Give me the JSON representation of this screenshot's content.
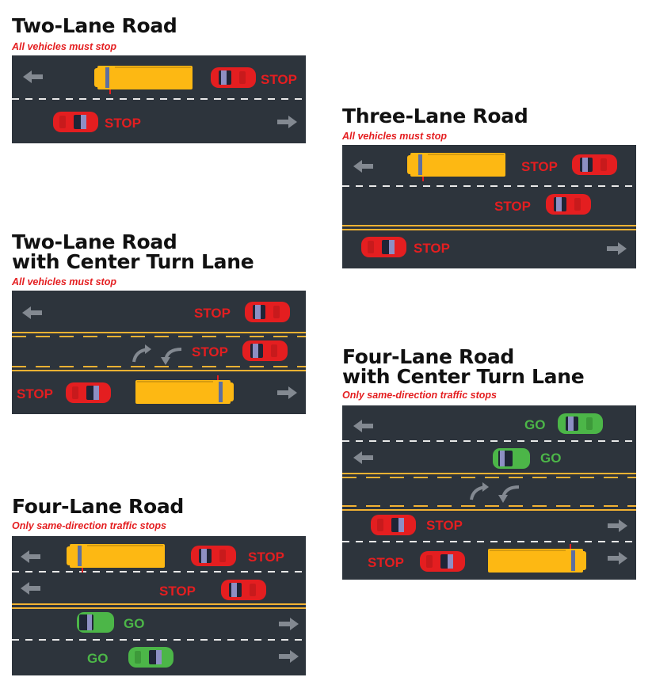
{
  "colors": {
    "road": "#2d343c",
    "dash": "#e8e8e8",
    "center_line": "#f2b233",
    "arrow": "#838991",
    "stop": "#e41e20",
    "go": "#4cb648",
    "bus": "#fdb813",
    "red_car": "#e41e20",
    "green_car": "#4cb648",
    "title": "#111111"
  },
  "sections": {
    "two_lane": {
      "title": "Two-Lane Road",
      "subtitle": "All vehicles must stop",
      "labels": [
        "STOP",
        "STOP"
      ]
    },
    "three_lane": {
      "title": "Three-Lane Road",
      "subtitle": "All vehicles must stop",
      "labels": [
        "STOP",
        "STOP",
        "STOP"
      ]
    },
    "two_lane_center": {
      "title_line1": "Two-Lane Road",
      "title_line2": "with Center Turn Lane",
      "subtitle": "All vehicles must stop",
      "labels": [
        "STOP",
        "STOP",
        "STOP"
      ]
    },
    "four_lane_center": {
      "title_line1": "Four-Lane Road",
      "title_line2": "with Center Turn Lane",
      "subtitle": "Only same-direction traffic stops",
      "labels": [
        "GO",
        "GO",
        "STOP",
        "STOP"
      ]
    },
    "four_lane": {
      "title": "Four-Lane Road",
      "subtitle": "Only same-direction traffic stops",
      "labels": [
        "STOP",
        "STOP",
        "GO",
        "GO"
      ]
    }
  }
}
